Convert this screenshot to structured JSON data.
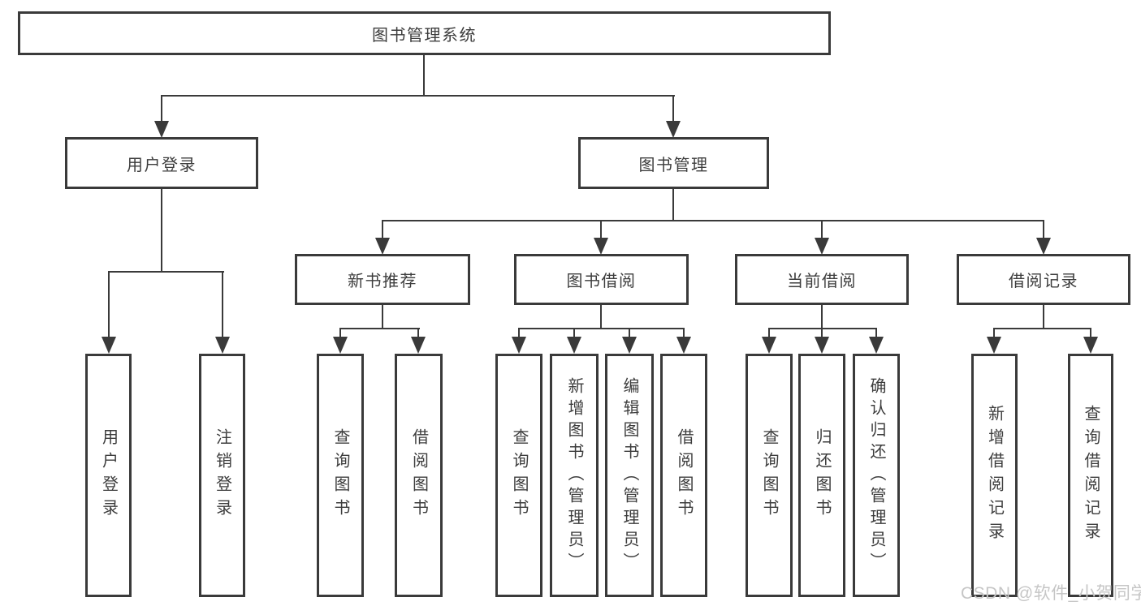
{
  "diagram_type": "function-structure-tree",
  "nodes": {
    "root": {
      "label": "图书管理系统"
    },
    "user_login": {
      "label": "用户登录",
      "children": [
        {
          "label": "用户登录"
        },
        {
          "label": "注销登录"
        }
      ]
    },
    "book_mgmt": {
      "label": "图书管理",
      "children": [
        {
          "label": "新书推荐",
          "children": [
            {
              "label": "查询图书"
            },
            {
              "label": "借阅图书"
            }
          ]
        },
        {
          "label": "图书借阅",
          "children": [
            {
              "label": "查询图书"
            },
            {
              "label": "新增图书（管理员）"
            },
            {
              "label": "编辑图书（管理员）"
            },
            {
              "label": "借阅图书"
            }
          ]
        },
        {
          "label": "当前借阅",
          "children": [
            {
              "label": "查询图书"
            },
            {
              "label": "归还图书"
            },
            {
              "label": "确认归还（管理员）"
            }
          ]
        },
        {
          "label": "借阅记录",
          "children": [
            {
              "label": "新增借阅记录"
            },
            {
              "label": "查询借阅记录"
            }
          ]
        }
      ]
    }
  },
  "watermark": {
    "text": "CSDN @软件_小贺同学"
  },
  "colors": {
    "line": "#3a3a3a",
    "text": "#3d3d3d",
    "background": "#ffffff",
    "watermark": "#c6c6c6"
  }
}
